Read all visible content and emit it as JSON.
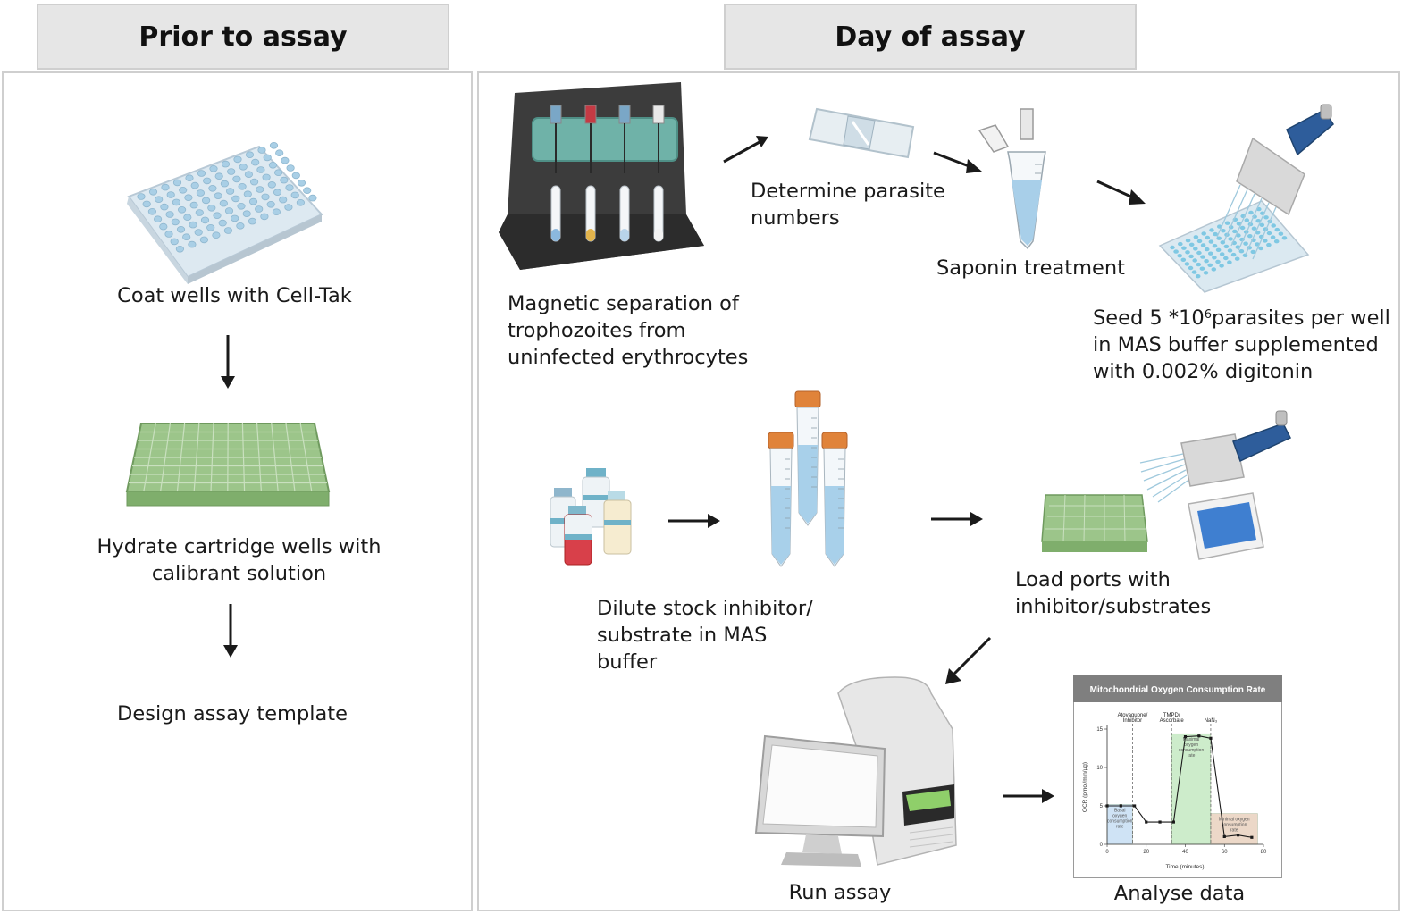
{
  "headers": {
    "left": "Prior to assay",
    "right": "Day of assay"
  },
  "left_steps": {
    "coat": "Coat wells with Cell-Tak",
    "hydrate": "Hydrate cartridge wells with\ncalibrant solution",
    "design": "Design assay template"
  },
  "right_steps": {
    "magnetic": "Magnetic separation of\ntrophozoites from\nuninfected erythrocytes",
    "determine": "Determine parasite\nnumbers",
    "saponin": "Saponin treatment",
    "seed_pre": "Seed 5 *10",
    "seed_sup": "6",
    "seed_post": "parasites per well",
    "seed_rest": "in MAS buffer supplemented\nwith 0.002% digitonin",
    "dilute": "Dilute stock inhibitor/\nsubstrate in MAS\nbuffer",
    "load": "Load ports with\ninhibitor/substrates",
    "run": "Run assay",
    "analyse": "Analyse data"
  },
  "chart_data": {
    "type": "line",
    "title": "Mitochondrial Oxygen Consumption Rate",
    "xlabel": "Time (minutes)",
    "ylabel": "OCR (pmol/min/µg)",
    "xlim": [
      0,
      80
    ],
    "ylim": [
      0,
      15
    ],
    "xticks": [
      0,
      20,
      40,
      60,
      80
    ],
    "yticks": [
      0,
      5,
      10,
      15
    ],
    "series": [
      {
        "x": [
          0,
          7,
          14,
          20,
          27,
          34,
          40,
          47,
          53,
          60,
          67,
          74
        ],
        "y": [
          5,
          5,
          5,
          2.9,
          2.9,
          2.9,
          14,
          14.1,
          13.8,
          1,
          1.2,
          0.9
        ]
      }
    ],
    "annotations": [
      {
        "text": "Atovaquone/\nInhibitor",
        "x": 13
      },
      {
        "text": "TMPD/\nAscorbate",
        "x": 33
      },
      {
        "text": "NaN₃",
        "x": 53
      }
    ],
    "regions": [
      {
        "label": "Basal\noxygen\nconsumption\nrate",
        "x0": 0,
        "x1": 13,
        "y0": 0,
        "y1": 5.2,
        "color": "#cfe3f5"
      },
      {
        "label": "Maximal\noxygen\nconsumption\nrate",
        "x0": 33,
        "x1": 53,
        "y0": 0,
        "y1": 14.4,
        "color": "#cdeccb"
      },
      {
        "label": "Minimal oxygen\nconsumption\nrate",
        "x0": 53,
        "x1": 77,
        "y0": 0,
        "y1": 4,
        "color": "#ecd8c8"
      }
    ],
    "colors": {
      "header_bg": "#7f7f7f",
      "line": "#1a1a1a"
    }
  }
}
